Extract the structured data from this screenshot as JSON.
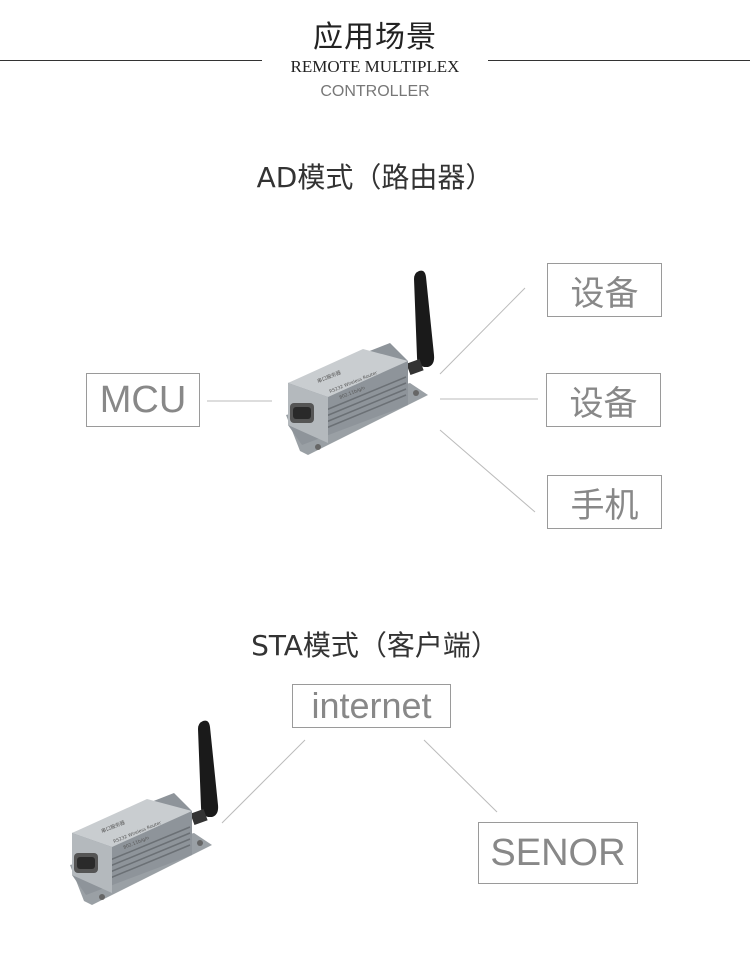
{
  "header": {
    "title_cn": "应用场景",
    "subtitle_line1": "REMOTE MULTIPLEX",
    "subtitle_line2": "CONTROLLER"
  },
  "ad_section": {
    "title": "AD模式（路由器）",
    "left_node": "MCU",
    "right_nodes": [
      "设备",
      "设备",
      "手机"
    ]
  },
  "sta_section": {
    "title": "STA模式（客户端）",
    "top_node": "internet",
    "right_node": "SENOR"
  },
  "device": {
    "label_cn": "串口服务器",
    "label_en": "RS232 Wireless Router",
    "label_freq": "802.11b/g/n"
  }
}
